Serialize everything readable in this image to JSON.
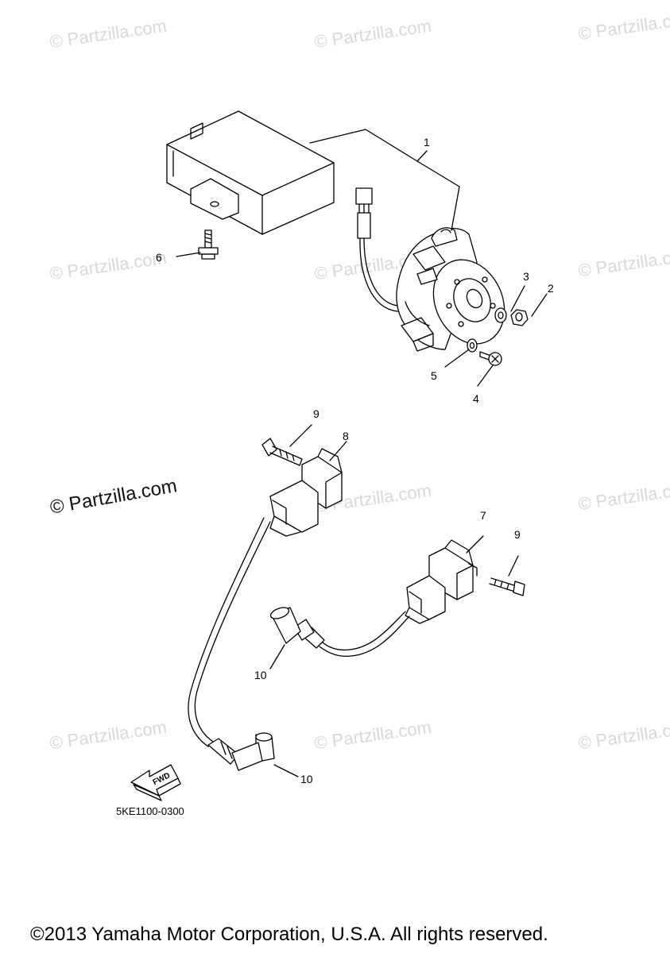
{
  "watermarks": {
    "small": "© Partzilla.com",
    "main": "© Partzilla.com"
  },
  "callouts": {
    "c1": "1",
    "c2": "2",
    "c3": "3",
    "c4": "4",
    "c5": "5",
    "c6": "6",
    "c7": "7",
    "c8": "8",
    "c9a": "9",
    "c9b": "9",
    "c10a": "10",
    "c10b": "10"
  },
  "fwd_label": "FWD",
  "diagram_code": "5KE1100-0300",
  "copyright": "©2013 Yamaha Motor Corporation, U.S.A. All rights reserved."
}
